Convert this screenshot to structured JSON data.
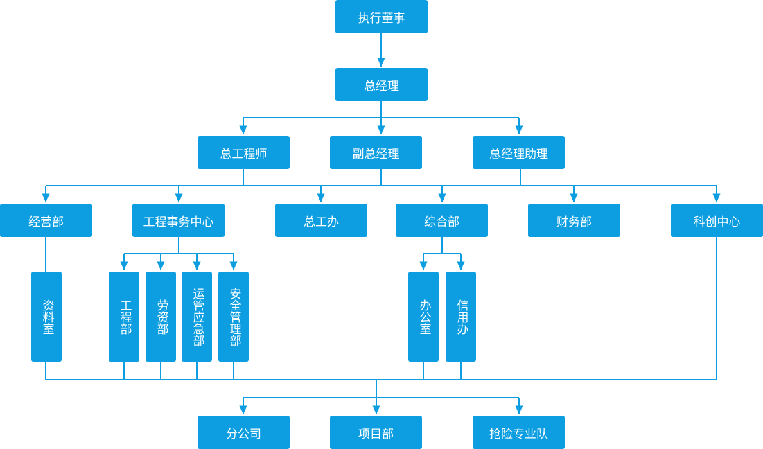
{
  "colors": {
    "box": "#0d9ee1",
    "line": "#0d9ee1",
    "text": "#ffffff"
  },
  "nodes": {
    "executive_director": "执行董事",
    "general_manager": "总经理",
    "chief_engineer": "总工程师",
    "deputy_general_manager": "副总经理",
    "gm_assistant": "总经理助理",
    "business_dept": "经营部",
    "engineering_affairs_center": "工程事务中心",
    "chief_engineer_office": "总工办",
    "general_dept": "综合部",
    "finance_dept": "财务部",
    "tech_innovation_center": "科创中心",
    "archives_room": "资料室",
    "engineering_dept": "工程部",
    "labor_wage_dept": "劳资部",
    "operation_emergency_dept": "运管应急部",
    "safety_management_dept": "安全管理部",
    "office": "办公室",
    "credit_office": "信用办",
    "branch_company": "分公司",
    "project_dept": "项目部",
    "emergency_rescue_team": "抢险专业队"
  }
}
